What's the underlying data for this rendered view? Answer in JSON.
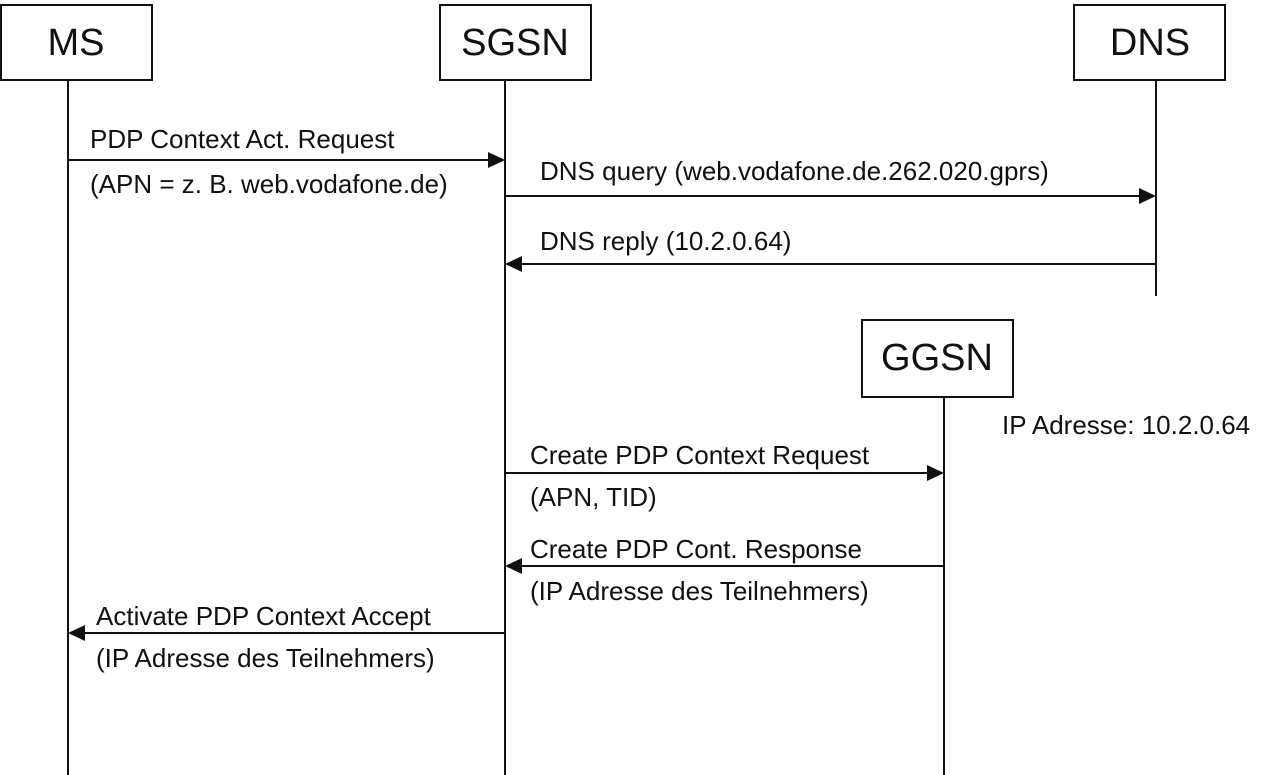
{
  "entities": {
    "ms": "MS",
    "sgsn": "SGSN",
    "dns": "DNS",
    "ggsn": "GGSN"
  },
  "messages": [
    {
      "label": "PDP Context Act. Request",
      "sublabel": "(APN = z. B. web.vodafone.de)",
      "from": "MS",
      "to": "SGSN"
    },
    {
      "label": "DNS query (web.vodafone.de.262.020.gprs)",
      "from": "SGSN",
      "to": "DNS"
    },
    {
      "label": "DNS reply (10.2.0.64)",
      "from": "DNS",
      "to": "SGSN"
    },
    {
      "label": "Create PDP Context Request",
      "sublabel": "(APN, TID)",
      "from": "SGSN",
      "to": "GGSN"
    },
    {
      "label": "Create PDP Cont. Response",
      "sublabel": "(IP Adresse des Teilnehmers)",
      "from": "GGSN",
      "to": "SGSN"
    },
    {
      "label": "Activate PDP Context Accept",
      "sublabel": "(IP Adresse des Teilnehmers)",
      "from": "SGSN",
      "to": "MS"
    }
  ],
  "annotations": {
    "ggsn_ip": "IP Adresse: 10.2.0.64"
  }
}
